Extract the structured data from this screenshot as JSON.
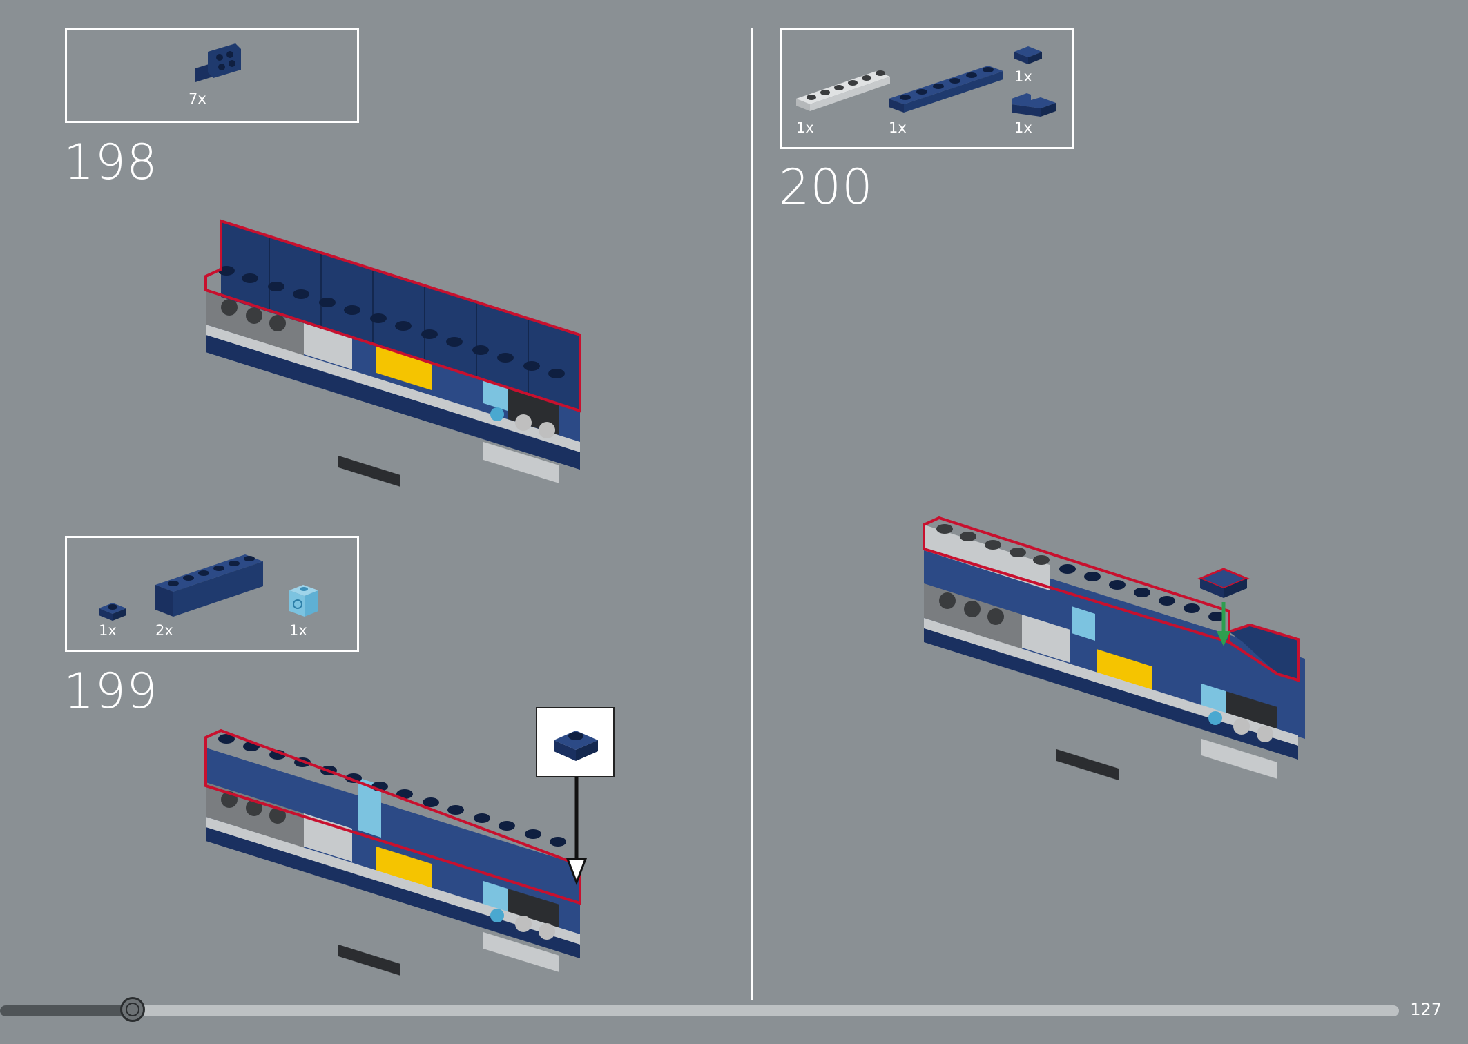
{
  "colors": {
    "background": "#8a9094",
    "dark_blue": "#1f3a6e",
    "light_gray": "#c7cacc",
    "dark_gray": "#5a5d5f",
    "yellow": "#f5c400",
    "light_blue": "#7cc3e0",
    "highlight_red": "#c8102e",
    "arrow_green": "#2e9e4f"
  },
  "steps": [
    {
      "number": "198",
      "parts": [
        {
          "qty": "7x",
          "part": "dark-blue-bracket-plate-icon"
        }
      ]
    },
    {
      "number": "199",
      "parts": [
        {
          "qty": "1x",
          "part": "dark-blue-plate-1x1-icon"
        },
        {
          "qty": "2x",
          "part": "dark-blue-brick-1x6-icon"
        },
        {
          "qty": "1x",
          "part": "light-blue-brick-1x1-with-hole-icon"
        }
      ]
    },
    {
      "number": "200",
      "parts": [
        {
          "qty": "1x",
          "part": "light-gray-plate-1x6-icon"
        },
        {
          "qty": "1x",
          "part": "dark-blue-plate-1x6-icon"
        },
        {
          "qty": "1x",
          "part": "dark-blue-tile-1x1-icon"
        },
        {
          "qty": "1x",
          "part": "dark-blue-slope-icon"
        }
      ]
    }
  ],
  "progress": {
    "fraction": 0.095
  },
  "page_number": "127"
}
